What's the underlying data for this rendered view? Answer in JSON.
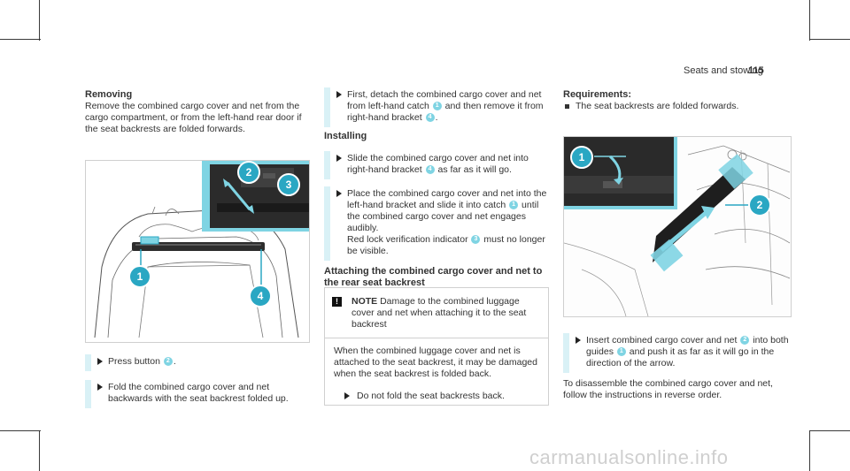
{
  "header": {
    "section": "Seats and stowing",
    "page": "115"
  },
  "left": {
    "heading": "Removing",
    "intro": "Remove the combined cargo cover and net from the cargo compartment, or from the left-hand rear door if the seat backrests are folded forwards.",
    "callouts": [
      "1",
      "2",
      "3",
      "4"
    ],
    "step1": {
      "before": "Press button",
      "badge": "2",
      "after": "."
    },
    "step2": "Fold the combined cargo cover and net backwards with the seat backrest folded up."
  },
  "middle": {
    "step1": {
      "t1": "First, detach the combined cargo cover and net from left-hand catch",
      "b1": "1",
      "t2": "and then remove it from right-hand bracket",
      "b2": "4",
      "t3": "."
    },
    "installing_heading": "Installing",
    "step2": {
      "t1": "Slide the combined cargo cover and net into right-hand bracket",
      "b1": "4",
      "t2": "as far as it will go."
    },
    "step3": {
      "t1": "Place the combined cargo cover and net into the left-hand bracket and slide it into catch",
      "b1": "1",
      "t2": "until the combined cargo cover and net engages audibly.",
      "t3": "Red lock verification indicator",
      "b2": "3",
      "t4": "must no longer be visible."
    },
    "attach_heading": "Attaching the combined cargo cover and net to the rear seat backrest",
    "note": {
      "icon": "!",
      "label": "NOTE",
      "title": "Damage to the combined luggage cover and net when attaching it to the seat backrest",
      "body": "When the combined luggage cover and net is attached to the seat backrest, it may be damaged when the seat backrest is folded back.",
      "step": "Do not fold the seat backrests back."
    }
  },
  "right": {
    "req_heading": "Requirements:",
    "req_item": "The seat backrests are folded forwards.",
    "callouts": [
      "1",
      "2"
    ],
    "step1": {
      "t1": "Insert combined cargo cover and net",
      "b1": "2",
      "t2": "into both guides",
      "b2": "1",
      "t3": "and push it as far as it will go in the direction of the arrow."
    },
    "outro": "To disassemble the combined cargo cover and net, follow the instructions in reverse order."
  },
  "watermark": "carmanualsonline.info"
}
